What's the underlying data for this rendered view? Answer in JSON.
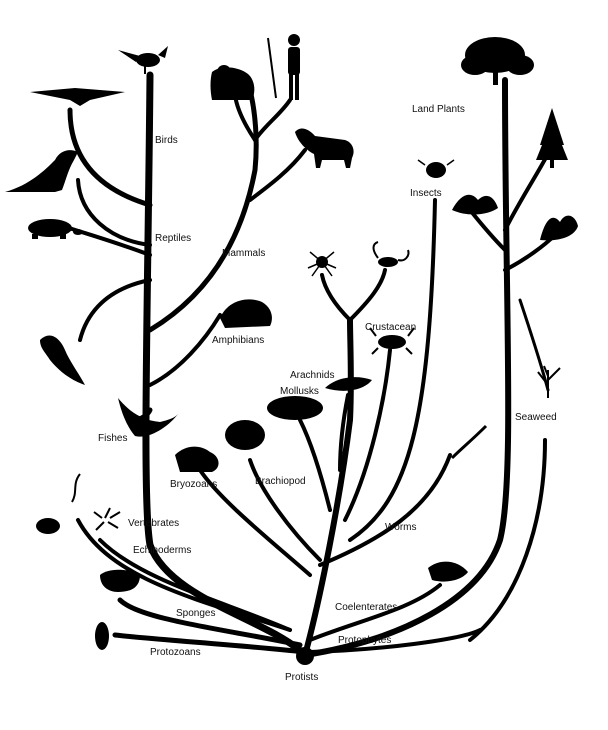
{
  "labels": {
    "birds": "Birds",
    "reptiles": "Reptiles",
    "mammals": "Mammals",
    "land_plants": "Land Plants",
    "insects": "Insects",
    "amphibians": "Amphibians",
    "crustacean": "Crustacean",
    "arachnids": "Arachnids",
    "mollusks": "Mollusks",
    "fishes": "Fishes",
    "seaweed": "Seaweed",
    "bryozoans": "Bryozoans",
    "brachiopod": "Brachiopod",
    "vertebrates": "Vertebrates",
    "echinoderms": "Echinoderms",
    "worms": "Worms",
    "sponges": "Sponges",
    "coelenterates": "Coelenterates",
    "protophytes": "Protophytes",
    "protozoans": "Protozoans",
    "protists": "Protists"
  },
  "icons": [
    "bird-silhouette",
    "flying-bird-silhouette",
    "dinosaur-silhouette",
    "turtle-silhouette",
    "gorilla-silhouette",
    "human-silhouette",
    "zebra-silhouette",
    "frog-silhouette",
    "coelacanth-silhouette",
    "fish-silhouette",
    "tree-silhouette",
    "conifer-silhouette",
    "fern-silhouette",
    "beetle-silhouette",
    "spider-silhouette",
    "scorpion-silhouette",
    "crab-silhouette",
    "squid-silhouette",
    "snail-silhouette",
    "seaweed-silhouette",
    "bryozoan-silhouette",
    "brachiopod-shell-silhouette",
    "starfish-silhouette",
    "sea-urchin-silhouette",
    "sponge-silhouette",
    "jellyfish-silhouette",
    "worm-silhouette",
    "protozoan-silhouette"
  ]
}
